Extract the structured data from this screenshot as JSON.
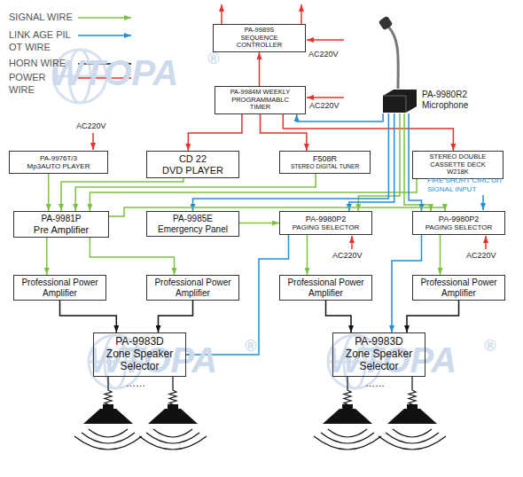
{
  "diagram": {
    "nodes": [
      {
        "text": [
          "PA-9989S",
          "SEQUENCE CONTROLLER"
        ]
      },
      {
        "text": [
          "PA-9984M WEEKLY",
          "PROGRAMMABLC TIMER"
        ]
      },
      {
        "text": [
          "PA-9980R2 Microphone"
        ]
      },
      {
        "text": [
          "PA-9976T/3",
          "Mp3AUTO PLAYER"
        ]
      },
      {
        "text": [
          "CD 22",
          "DVD PLAYER"
        ]
      },
      {
        "text": [
          "F508R",
          "STEREO DIGITAL TUNER"
        ]
      },
      {
        "text": [
          "STEREO DOUBLE CASSETTE DECK W218K"
        ]
      },
      {
        "text": [
          "PA-9981P",
          "Pre Amplifier"
        ]
      },
      {
        "text": [
          "PA-9985E",
          "Emergency Panel"
        ]
      },
      {
        "text": [
          "PA-9980P2",
          "PAGING SELECTOR"
        ]
      },
      {
        "text": [
          "PA-9980P2",
          "PAGING SELECTOR"
        ]
      },
      {
        "text": [
          "Professional Power Amplifier"
        ]
      },
      {
        "text": [
          "Professional Power Amplifier"
        ]
      },
      {
        "text": [
          "Professional Power Amplifier"
        ]
      },
      {
        "text": [
          "Professional Power Amplifier"
        ]
      },
      {
        "text": [
          "PA-9983D",
          "Zone Speaker Selector"
        ]
      },
      {
        "text": [
          "PA-9983D",
          "Zone Speaker Selector"
        ]
      }
    ],
    "edges": [
      {
        "from": 1,
        "to": 0,
        "arrow": "to"
      },
      {
        "from": 1,
        "to": 4,
        "arrow": "to"
      },
      {
        "from": 1,
        "to": 5,
        "arrow": "to"
      },
      {
        "from": 1,
        "to": 6,
        "arrow": "to"
      },
      {
        "from": 2,
        "to": 1,
        "arrow": "to"
      },
      {
        "from": 3,
        "to": 7,
        "arrow": "to"
      },
      {
        "from": 4,
        "to": 7,
        "arrow": "to"
      },
      {
        "from": 5,
        "to": 7,
        "arrow": "to"
      },
      {
        "from": 6,
        "to": 7,
        "arrow": "to"
      },
      {
        "from": 2,
        "to": 9,
        "arrow": "to"
      },
      {
        "from": 2,
        "to": 10,
        "arrow": "to"
      },
      {
        "from": 2,
        "to": 8,
        "arrow": "to"
      },
      {
        "from": 2,
        "to": 9,
        "arrow": "to"
      },
      {
        "from": 2,
        "to": 10,
        "arrow": "to"
      },
      {
        "from": 8,
        "to": 9,
        "arrow": "to"
      },
      {
        "from": 7,
        "to": 10,
        "arrow": "to"
      },
      {
        "from": 7,
        "to": 11,
        "arrow": "to"
      },
      {
        "from": 7,
        "to": 12,
        "arrow": "to"
      },
      {
        "from": 9,
        "to": 13,
        "arrow": "to"
      },
      {
        "from": 10,
        "to": 14,
        "arrow": "to"
      },
      {
        "from": 9,
        "to": 15,
        "arrow": "to"
      },
      {
        "from": 10,
        "to": 16,
        "arrow": "to"
      },
      {
        "from": 11,
        "to": 15,
        "arrow": "to"
      },
      {
        "from": 12,
        "to": 15,
        "arrow": "to"
      },
      {
        "from": 13,
        "to": 16,
        "arrow": "to"
      },
      {
        "from": 14,
        "to": 16,
        "arrow": "to"
      }
    ],
    "labels": [
      "AC220V",
      "AC220V",
      "AC220V",
      "AC220V",
      "AC220V",
      "FIRE SHORT CIRC UIT SIGNAL INPUT",
      "……",
      "……",
      "WTOPA",
      "®",
      "WTOPA",
      "®",
      "WTOPA",
      "®"
    ],
    "legend": [
      {
        "text": "SIGNAL WIRE"
      },
      {
        "text": "LINK AGE PIL OT WIRE"
      },
      {
        "text": "HORN WIRE"
      },
      {
        "text": "POWER WIRE"
      }
    ]
  }
}
